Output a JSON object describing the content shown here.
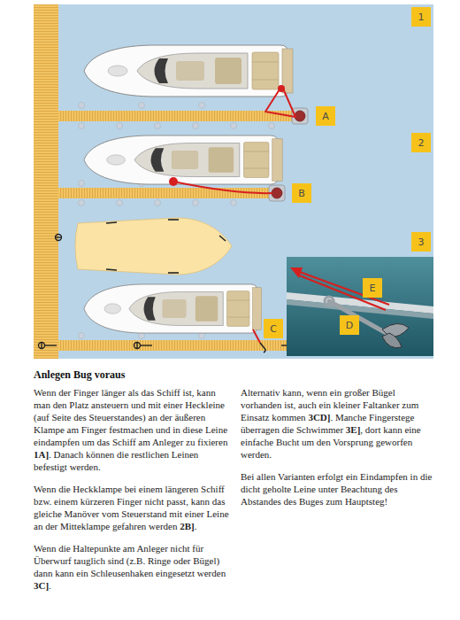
{
  "diagram": {
    "title": "Anlegen Bug voraus",
    "nodes": [
      {
        "text": [
          "1"
        ]
      },
      {
        "text": [
          "A"
        ]
      },
      {
        "text": [
          "2"
        ]
      },
      {
        "text": [
          "B"
        ]
      },
      {
        "text": [
          "3"
        ]
      },
      {
        "text": [
          "E"
        ]
      },
      {
        "text": [
          "D"
        ]
      },
      {
        "text": [
          "C"
        ]
      }
    ],
    "labels": [
      "Wenn der Finger länger als das Schiff ist, kann man den Platz ansteuern und mit einer Heckleine (auf Seite des Steuerstandes) an der äußeren Klampe am Finger festmachen und in diese Leine eindampfen um das Schiff am Anleger zu fixieren 1A]. Danach können die restlichen Leinen befestigt werden.",
      "Wenn die Heckklampe bei einem längeren Schiff bzw. einem kürzeren Finger nicht passt, kann das gleiche Manöver vom Steuerstand mit einer Leine an der Mitteklampe gefahren werden 2B].",
      "Wenn die Haltepunkte am Anleger nicht für Überwurf tauglich sind (z.B. Ringe oder Bügel) dann kann ein Schleusenhaken eingesetzt werden 3C].",
      "Alternativ kann, wenn ein großer Bügel vorhanden ist, auch ein kleiner Faltanker zum Einsatz kommen 3CD]. Manche Fingerstege überragen die Schwimmer 3E], dort kann eine einfache Bucht um den Vorsprung geworfen werden.",
      "Bei allen Varianten erfolgt ein Eindampfen in die dicht geholte Leine unter Beachtung des Abstandes des Buges zum Hauptsteg!"
    ]
  }
}
